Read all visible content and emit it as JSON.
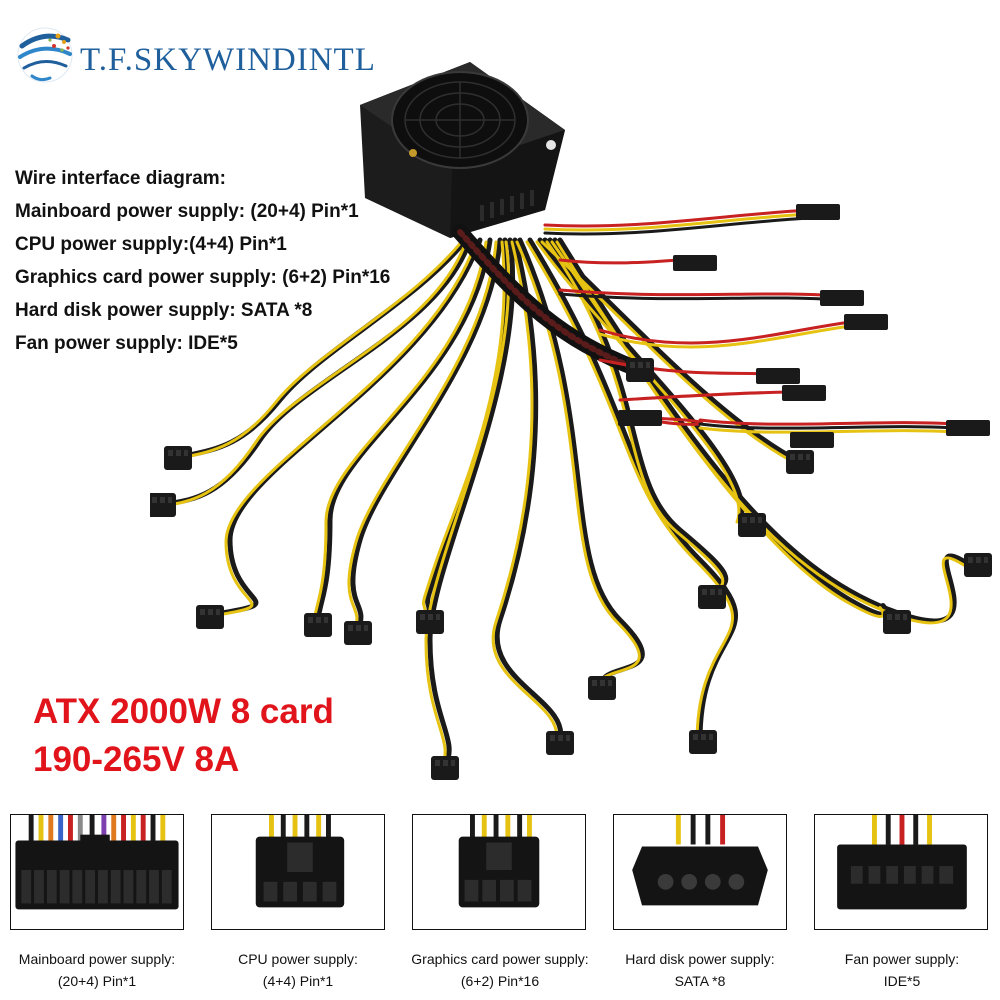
{
  "brand": {
    "name": "T.F.SKYWINDINTL",
    "logo_icon": "swirl-globe-logo",
    "colors": {
      "primary": "#1f5f9c",
      "accent": "#e8a21a"
    }
  },
  "spec_list": {
    "heading": "Wire interface diagram:",
    "items": [
      "Mainboard power supply: (20+4) Pin*1",
      "CPU power supply:(4+4) Pin*1",
      "Graphics card power supply: (6+2) Pin*16",
      "Hard disk power supply: SATA *8",
      "Fan power supply: IDE*5"
    ]
  },
  "headline": {
    "line1": "ATX 2000W 8 card",
    "line2": "190-265V 8A",
    "color": "#e0141a"
  },
  "product_image": {
    "icon": "power-supply-unit-with-cables"
  },
  "connectors": [
    {
      "icon": "atx-24pin-connector",
      "caption_line1": "Mainboard power supply:",
      "caption_line2": "(20+4) Pin*1"
    },
    {
      "icon": "cpu-8pin-connector",
      "caption_line1": "CPU power supply:",
      "caption_line2": "(4+4) Pin*1"
    },
    {
      "icon": "pcie-8pin-connector",
      "caption_line1": "Graphics card power supply:",
      "caption_line2": "(6+2) Pin*16"
    },
    {
      "icon": "molex-4pin-connector",
      "caption_line1": "Hard disk power supply:",
      "caption_line2": "SATA *8"
    },
    {
      "icon": "sata-power-connector",
      "caption_line1": "Fan power supply:",
      "caption_line2": "IDE*5"
    }
  ]
}
